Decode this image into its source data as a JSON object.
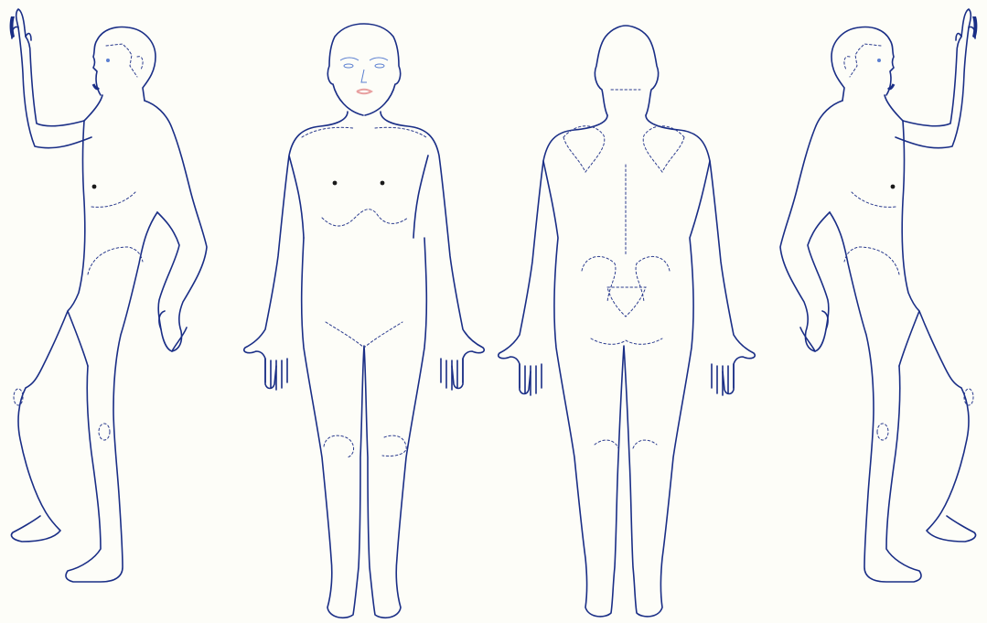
{
  "figures": [
    {
      "view": "left-lateral"
    },
    {
      "view": "anterior"
    },
    {
      "view": "posterior"
    },
    {
      "view": "right-lateral"
    }
  ],
  "colors": {
    "background": "#fdfdf8",
    "outline": "#1a2e86",
    "landmark": "#2c3c8e",
    "face": "#5b7fd0",
    "lips": "#e8a0a0",
    "nail": "#1a2e86"
  }
}
